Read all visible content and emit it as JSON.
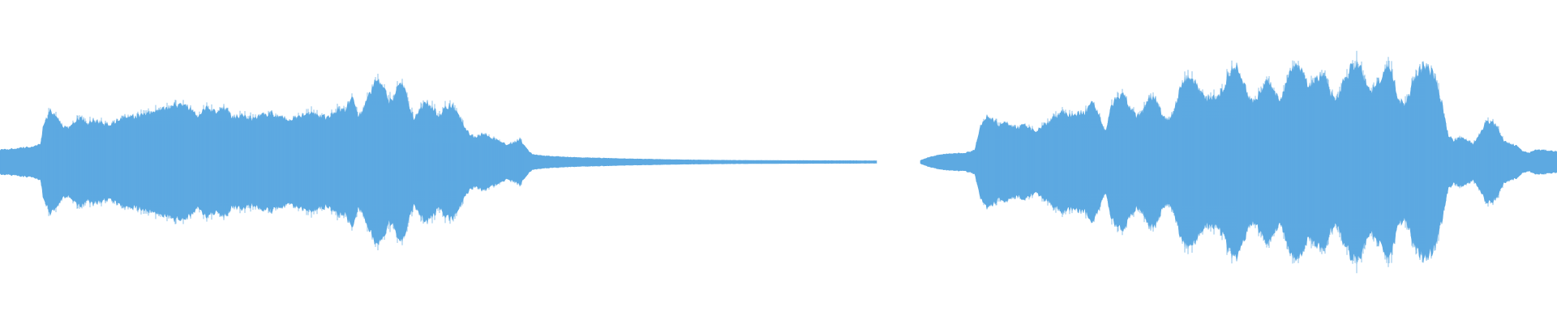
{
  "waveform": {
    "color": "#5DA9E1",
    "background": "#ffffff",
    "amplitude_scale": 1.0,
    "segments": [
      {
        "name": "segment-1",
        "start": 0.0,
        "end": 0.563,
        "envelope": [
          [
            0.0,
            0.08
          ],
          [
            0.01,
            0.09
          ],
          [
            0.02,
            0.1
          ],
          [
            0.026,
            0.12
          ],
          [
            0.028,
            0.25
          ],
          [
            0.032,
            0.34
          ],
          [
            0.036,
            0.3
          ],
          [
            0.04,
            0.24
          ],
          [
            0.044,
            0.22
          ],
          [
            0.048,
            0.27
          ],
          [
            0.052,
            0.29
          ],
          [
            0.056,
            0.26
          ],
          [
            0.06,
            0.28
          ],
          [
            0.066,
            0.26
          ],
          [
            0.072,
            0.25
          ],
          [
            0.076,
            0.29
          ],
          [
            0.082,
            0.3
          ],
          [
            0.09,
            0.31
          ],
          [
            0.098,
            0.33
          ],
          [
            0.106,
            0.36
          ],
          [
            0.112,
            0.38
          ],
          [
            0.118,
            0.38
          ],
          [
            0.124,
            0.35
          ],
          [
            0.128,
            0.3
          ],
          [
            0.132,
            0.36
          ],
          [
            0.138,
            0.34
          ],
          [
            0.144,
            0.36
          ],
          [
            0.15,
            0.3
          ],
          [
            0.156,
            0.31
          ],
          [
            0.162,
            0.29
          ],
          [
            0.168,
            0.31
          ],
          [
            0.174,
            0.33
          ],
          [
            0.18,
            0.3
          ],
          [
            0.186,
            0.28
          ],
          [
            0.192,
            0.31
          ],
          [
            0.198,
            0.33
          ],
          [
            0.204,
            0.31
          ],
          [
            0.21,
            0.3
          ],
          [
            0.216,
            0.34
          ],
          [
            0.222,
            0.36
          ],
          [
            0.226,
            0.44
          ],
          [
            0.23,
            0.3
          ],
          [
            0.234,
            0.36
          ],
          [
            0.238,
            0.48
          ],
          [
            0.242,
            0.55
          ],
          [
            0.246,
            0.5
          ],
          [
            0.25,
            0.4
          ],
          [
            0.254,
            0.46
          ],
          [
            0.258,
            0.54
          ],
          [
            0.262,
            0.4
          ],
          [
            0.266,
            0.28
          ],
          [
            0.27,
            0.35
          ],
          [
            0.274,
            0.4
          ],
          [
            0.278,
            0.37
          ],
          [
            0.282,
            0.3
          ],
          [
            0.286,
            0.36
          ],
          [
            0.29,
            0.38
          ],
          [
            0.294,
            0.33
          ],
          [
            0.298,
            0.24
          ],
          [
            0.302,
            0.18
          ],
          [
            0.306,
            0.16
          ],
          [
            0.31,
            0.19
          ],
          [
            0.314,
            0.17
          ],
          [
            0.318,
            0.15
          ],
          [
            0.322,
            0.13
          ],
          [
            0.326,
            0.11
          ],
          [
            0.33,
            0.13
          ],
          [
            0.334,
            0.15
          ],
          [
            0.338,
            0.09
          ],
          [
            0.342,
            0.05
          ],
          [
            0.35,
            0.04
          ],
          [
            0.37,
            0.03
          ],
          [
            0.4,
            0.022
          ],
          [
            0.43,
            0.016
          ],
          [
            0.46,
            0.012
          ],
          [
            0.5,
            0.01
          ],
          [
            0.54,
            0.009
          ],
          [
            0.563,
            0.008
          ]
        ]
      },
      {
        "name": "segment-2",
        "start": 0.591,
        "end": 1.0,
        "envelope": [
          [
            0.591,
            0.01
          ],
          [
            0.596,
            0.03
          ],
          [
            0.602,
            0.045
          ],
          [
            0.61,
            0.055
          ],
          [
            0.62,
            0.06
          ],
          [
            0.626,
            0.08
          ],
          [
            0.63,
            0.24
          ],
          [
            0.634,
            0.32
          ],
          [
            0.638,
            0.28
          ],
          [
            0.642,
            0.24
          ],
          [
            0.646,
            0.27
          ],
          [
            0.65,
            0.24
          ],
          [
            0.654,
            0.23
          ],
          [
            0.658,
            0.25
          ],
          [
            0.662,
            0.22
          ],
          [
            0.666,
            0.21
          ],
          [
            0.67,
            0.24
          ],
          [
            0.674,
            0.27
          ],
          [
            0.678,
            0.31
          ],
          [
            0.682,
            0.33
          ],
          [
            0.686,
            0.32
          ],
          [
            0.69,
            0.31
          ],
          [
            0.694,
            0.33
          ],
          [
            0.698,
            0.34
          ],
          [
            0.702,
            0.4
          ],
          [
            0.706,
            0.31
          ],
          [
            0.71,
            0.2
          ],
          [
            0.714,
            0.38
          ],
          [
            0.718,
            0.44
          ],
          [
            0.722,
            0.45
          ],
          [
            0.726,
            0.36
          ],
          [
            0.73,
            0.3
          ],
          [
            0.734,
            0.34
          ],
          [
            0.738,
            0.43
          ],
          [
            0.742,
            0.43
          ],
          [
            0.746,
            0.32
          ],
          [
            0.75,
            0.28
          ],
          [
            0.754,
            0.33
          ],
          [
            0.758,
            0.5
          ],
          [
            0.762,
            0.56
          ],
          [
            0.766,
            0.56
          ],
          [
            0.77,
            0.48
          ],
          [
            0.774,
            0.42
          ],
          [
            0.778,
            0.44
          ],
          [
            0.782,
            0.43
          ],
          [
            0.786,
            0.5
          ],
          [
            0.79,
            0.6
          ],
          [
            0.794,
            0.65
          ],
          [
            0.798,
            0.56
          ],
          [
            0.802,
            0.42
          ],
          [
            0.806,
            0.4
          ],
          [
            0.81,
            0.48
          ],
          [
            0.814,
            0.55
          ],
          [
            0.818,
            0.48
          ],
          [
            0.822,
            0.4
          ],
          [
            0.826,
            0.52
          ],
          [
            0.83,
            0.62
          ],
          [
            0.834,
            0.66
          ],
          [
            0.838,
            0.56
          ],
          [
            0.842,
            0.5
          ],
          [
            0.846,
            0.56
          ],
          [
            0.85,
            0.6
          ],
          [
            0.854,
            0.46
          ],
          [
            0.858,
            0.4
          ],
          [
            0.862,
            0.52
          ],
          [
            0.866,
            0.6
          ],
          [
            0.87,
            0.66
          ],
          [
            0.874,
            0.62
          ],
          [
            0.878,
            0.5
          ],
          [
            0.882,
            0.48
          ],
          [
            0.886,
            0.55
          ],
          [
            0.89,
            0.63
          ],
          [
            0.894,
            0.58
          ],
          [
            0.898,
            0.42
          ],
          [
            0.902,
            0.38
          ],
          [
            0.906,
            0.48
          ],
          [
            0.91,
            0.6
          ],
          [
            0.914,
            0.64
          ],
          [
            0.918,
            0.62
          ],
          [
            0.922,
            0.56
          ],
          [
            0.926,
            0.4
          ],
          [
            0.93,
            0.18
          ],
          [
            0.934,
            0.14
          ],
          [
            0.938,
            0.16
          ],
          [
            0.942,
            0.15
          ],
          [
            0.946,
            0.12
          ],
          [
            0.95,
            0.18
          ],
          [
            0.954,
            0.26
          ],
          [
            0.958,
            0.28
          ],
          [
            0.962,
            0.22
          ],
          [
            0.966,
            0.14
          ],
          [
            0.97,
            0.12
          ],
          [
            0.974,
            0.11
          ],
          [
            0.978,
            0.07
          ],
          [
            0.982,
            0.06
          ],
          [
            0.986,
            0.08
          ],
          [
            0.99,
            0.08
          ],
          [
            0.995,
            0.075
          ],
          [
            1.0,
            0.07
          ]
        ]
      }
    ]
  }
}
